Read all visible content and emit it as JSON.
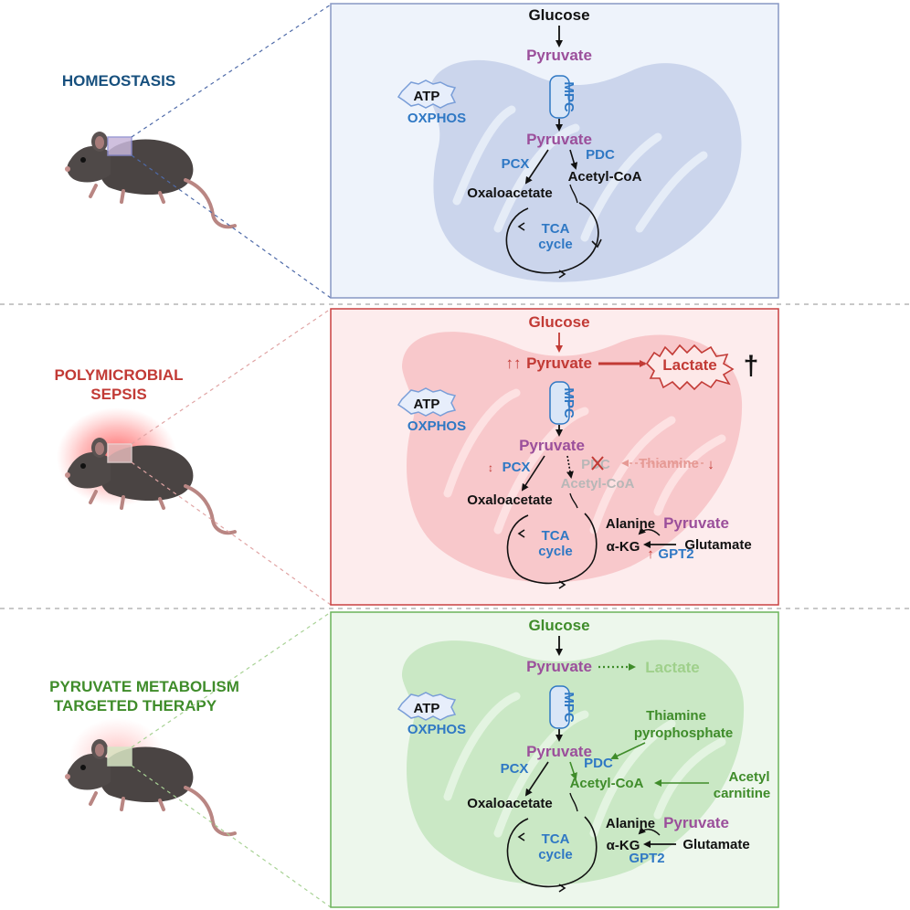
{
  "colors": {
    "homeostasis": "#17507e",
    "sepsis": "#c23a35",
    "therapy": "#3f8c2a",
    "enzyme": "#2f78c4",
    "pyruvate": "#9b4f9b",
    "faded": "#b7b7b7",
    "faded_red": "#e69a95",
    "faded_green": "#9fd08b"
  },
  "panels": [
    {
      "state": [
        "HOMEOSTASIS"
      ],
      "glucose": "Glucose",
      "pyruvate_top": "Pyruvate",
      "mpc": "MPC",
      "atp": "ATP",
      "oxphos": "OXPHOS",
      "pyruvate_mito": "Pyruvate",
      "pcx": "PCX",
      "pdc": "PDC",
      "acetyl_coa": "Acetyl-CoA",
      "oxaloacetate": "Oxaloacetate",
      "tca": [
        "TCA",
        "cycle"
      ]
    },
    {
      "state": [
        "POLYMICROBIAL",
        "SEPSIS"
      ],
      "glucose": "Glucose",
      "up_arrows": "↑↑",
      "pyruvate_top": "Pyruvate",
      "lactate": "Lactate",
      "death_mark": "†",
      "mpc": "MPC",
      "atp": "ATP",
      "oxphos": "OXPHOS",
      "pyruvate_mito": "Pyruvate",
      "pcx": "PCX",
      "pdc": "PDC",
      "thiamine": "Thiamine",
      "thiamine_arrow": "↓",
      "acetyl_coa": "Acetyl-CoA",
      "oxaloacetate": "Oxaloacetate",
      "alanine": "Alanine",
      "pyruvate_side": "Pyruvate",
      "glutamate": "Glutamate",
      "akg": "α-KG",
      "gpt2": "GPT2",
      "gpt2_arrow": "↑",
      "tca": [
        "TCA",
        "cycle"
      ]
    },
    {
      "state": [
        "PYRUVATE METABOLISM",
        "TARGETED THERAPY"
      ],
      "glucose": "Glucose",
      "pyruvate_top": "Pyruvate",
      "lactate": "Lactate",
      "mpc": "MPC",
      "atp": "ATP",
      "oxphos": "OXPHOS",
      "thiamine_pp": [
        "Thiamine",
        "pyrophosphate"
      ],
      "pyruvate_mito": "Pyruvate",
      "pcx": "PCX",
      "pdc": "PDC",
      "acetyl_coa": "Acetyl-CoA",
      "acetyl_carnitine": [
        "Acetyl",
        "carnitine"
      ],
      "oxaloacetate": "Oxaloacetate",
      "alanine": "Alanine",
      "pyruvate_side": "Pyruvate",
      "glutamate": "Glutamate",
      "akg": "α-KG",
      "gpt2": "GPT2",
      "tca": [
        "TCA",
        "cycle"
      ]
    }
  ]
}
